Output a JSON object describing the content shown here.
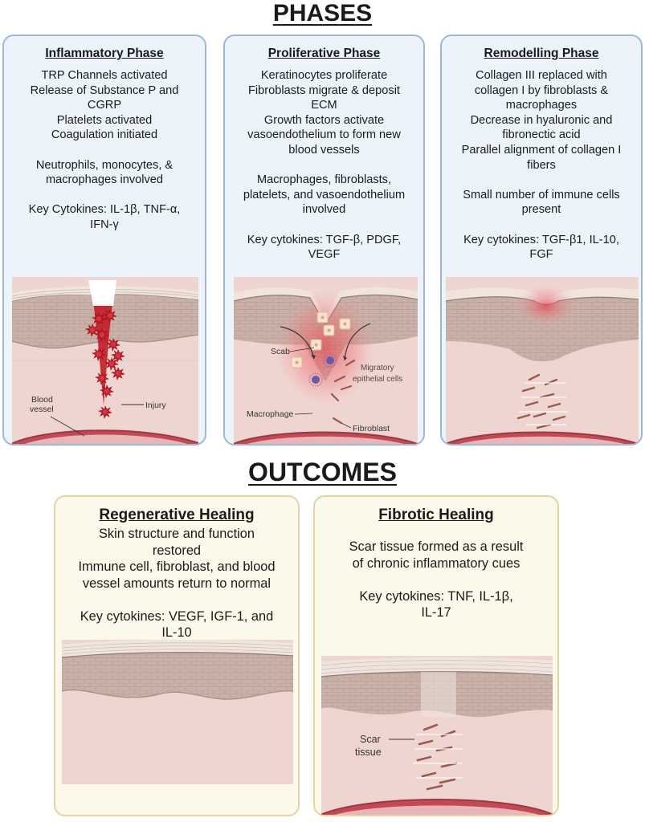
{
  "titles": {
    "phases": "PHASES",
    "outcomes": "OUTCOMES"
  },
  "inflammatory": {
    "title": "Inflammatory Phase",
    "lines": [
      "TRP Channels activated",
      "Release of Substance P and",
      "CGRP",
      "Platelets activated",
      "Coagulation initiated",
      "",
      "Neutrophils, monocytes, &",
      "macrophages involved",
      "",
      "Key Cytokines: IL-1β, TNF-α,",
      "IFN-γ"
    ],
    "labels": {
      "injury": "Injury",
      "blood_vessel_1": "Blood",
      "blood_vessel_2": "vessel"
    }
  },
  "proliferative": {
    "title": "Proliferative Phase",
    "lines": [
      "Keratinocytes proliferate",
      "Fibroblasts migrate & deposit",
      "ECM",
      "Growth factors activate",
      "vasoendothelium to form new",
      "blood vessels",
      "",
      "Macrophages, fibroblasts,",
      "platelets, and vasoendothelium",
      "involved",
      "",
      "Key cytokines: TGF-β, PDGF,",
      "VEGF"
    ],
    "labels": {
      "scab": "Scab",
      "migratory_1": "Migratory",
      "migratory_2": "epithelial cells",
      "macrophage": "Macrophage",
      "fibroblast": "Fibroblast"
    }
  },
  "remodelling": {
    "title": "Remodelling Phase",
    "lines": [
      "Collagen III replaced with",
      "collagen I by fibroblasts &",
      "macrophages",
      "Decrease in hyaluronic and",
      "fibronectic acid",
      "Parallel alignment of collagen I",
      "fibers",
      "",
      "Small number of immune cells",
      "present",
      "",
      "Key cytokines: TGF-β1, IL-10,",
      "FGF"
    ]
  },
  "regenerative": {
    "title": "Regenerative Healing",
    "lines": [
      "Skin structure and function",
      "restored",
      "Immune cell, fibroblast, and blood",
      "vessel amounts return to normal",
      "",
      "Key cytokines: VEGF, IGF-1, and",
      "IL-10"
    ]
  },
  "fibrotic": {
    "title": "Fibrotic Healing",
    "lines": [
      "Scar tissue formed as a result",
      "of chronic inflammatory cues",
      "",
      "Key cytokines: TNF, IL-1β,",
      "IL-17"
    ],
    "labels": {
      "scar_1": "Scar",
      "scar_2": "tissue"
    }
  },
  "colors": {
    "panel_blue_bg": "#ecf3fb",
    "panel_blue_border": "#9fb7d6",
    "panel_gold_bg": "#fcf8ea",
    "panel_gold_border": "#e3d4a2",
    "epidermis": "#c7b0a6",
    "dermis": "#efd5d0",
    "vessel": "#c24a55",
    "blood": "#c41e2a"
  }
}
